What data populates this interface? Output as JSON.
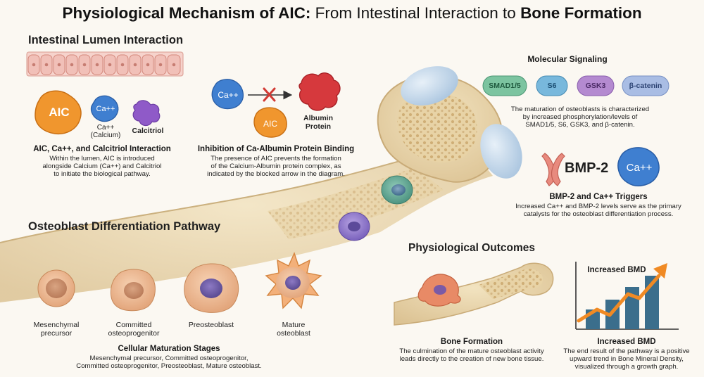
{
  "title": {
    "part1": "Physiological Mechanism of AIC:",
    "part2": " From Intestinal Interaction to ",
    "part3": "Bone Formation"
  },
  "intestinal": {
    "section": "Intestinal Lumen Interaction",
    "aic": "AIC",
    "ca": "Ca++",
    "ca_sub": "Ca++\n(Calcium)",
    "calcitriol": "Calcitriol",
    "heading": "AIC, Ca++, and Calcitriol Interaction",
    "desc": "Within the lumen, AIC is introduced\nalongside Calcium (Ca++) and Calcitriol\nto initiate the biological pathway."
  },
  "inhibition": {
    "ca": "Ca++",
    "aic": "AIC",
    "albumin": "Albumin\nProtein",
    "heading": "Inhibition of Ca-Albumin Protein Binding",
    "desc": "The presence of AIC prevents the formation\nof the Calcium-Albumin protein complex, as\nindicated by the blocked arrow in the diagram."
  },
  "molecular": {
    "heading": "Molecular Signaling",
    "pills": [
      {
        "label": "SMAD1/5",
        "color": "#7cc4a0",
        "text": "#1f5a3e"
      },
      {
        "label": "S6",
        "color": "#78b8dc",
        "text": "#1c4e72"
      },
      {
        "label": "GSK3",
        "color": "#b48ad0",
        "text": "#4b2a66"
      },
      {
        "label": "β-catenin",
        "color": "#a9bde4",
        "text": "#2d4474"
      }
    ],
    "desc": "The maturation of osteoblasts is characterized\nby increased phosphorylation/levels of\nSMAD1/5, S6, GSK3, and β-catenin."
  },
  "triggers": {
    "bmp": "BMP-2",
    "ca": "Ca++",
    "heading": "BMP-2 and Ca++ Triggers",
    "desc": "Increased Ca++ and BMP-2 levels serve as the primary\ncatalysts for the osteoblast differentiation process."
  },
  "pathway": {
    "section": "Osteoblast Differentiation Pathway",
    "stages": [
      {
        "label": "Mesenchymal\nprecursor"
      },
      {
        "label": "Committed\nosteoprogenitor"
      },
      {
        "label": "Preosteoblast"
      },
      {
        "label": "Mature\nosteoblast"
      }
    ],
    "heading": "Cellular Maturation Stages",
    "desc": "Mesenchymal precursor, Committed osteoprogenitor,\nCommitted osteoprogenitor, Preosteoblast, Mature osteoblast."
  },
  "outcomes": {
    "section": "Physiological Outcomes",
    "chart_label": "Increased BMD",
    "bone": {
      "heading": "Bone Formation",
      "desc": "The culmination of the mature osteoblast activity\nleads directly to the creation of new bone tissue."
    },
    "bmd": {
      "heading": "Increased BMD",
      "desc": "The end result of the pathway is a positive\nupward trend in Bone Mineral Density,\nvisualized through a growth graph."
    }
  },
  "colors": {
    "aic": "#f0962e",
    "ca": "#3f7fd0",
    "calcitriol": "#8f5ac8",
    "albumin": "#d6393d",
    "bone": "#ead7ae",
    "cartilage": "#cfe0f0",
    "arrow": "#f08a24",
    "bars": "#3b6e8c"
  }
}
